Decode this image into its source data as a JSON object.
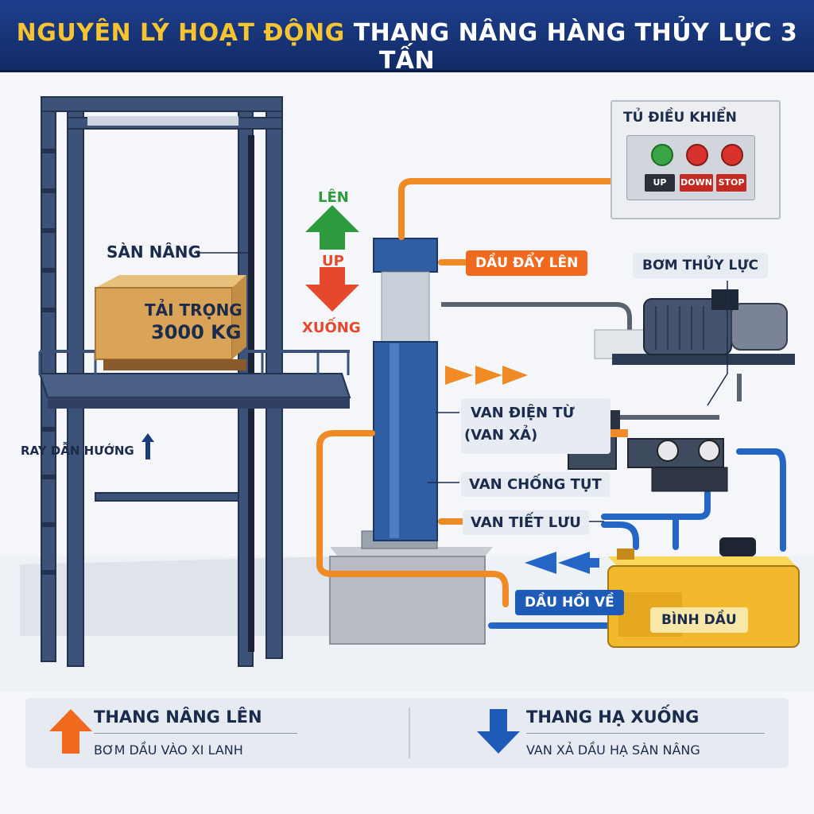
{
  "header": {
    "title_highlight": "NGUYÊN LÝ HOẠT ĐỘNG",
    "title_rest": "THANG NÂNG HÀNG THỦY LỰC 3 TẤN"
  },
  "lift": {
    "platform_label": "SÀN NÂNG",
    "load_title": "TẢI TRỌNG",
    "load_value": "3000 KG",
    "rail_label": "RAY DẪN HƯỚNG"
  },
  "direction": {
    "up_vi": "LÊN",
    "up_en": "UP",
    "down_vi": "XUỐNG"
  },
  "control_panel": {
    "title": "TỦ ĐIỀU KHIỂN",
    "buttons": [
      "UP",
      "DOWN",
      "STOP"
    ]
  },
  "labels": {
    "oil_push_up": "DẦU ĐẨY LÊN",
    "pump": "BƠM THỦY LỰC",
    "solenoid_line1": "VAN ĐIỆN TỪ",
    "solenoid_line2": "(VAN XẢ)",
    "anti_fall": "VAN CHỐNG TỤT",
    "throttle": "VAN TIẾT LƯU",
    "oil_return": "DẦU HỒI VỀ",
    "tank": "BÌNH DẦU"
  },
  "legend": {
    "up_title": "THANG NÂNG LÊN",
    "up_desc": "BƠM DẦU VÀO XI LANH",
    "down_title": "THANG HẠ XUỐNG",
    "down_desc": "VAN XẢ DẦU HẠ SÀN NÂNG"
  },
  "colors": {
    "header_bg": "#1d3f8c",
    "title_highlight": "#f6c431",
    "accent_orange": "#ef6a1f",
    "accent_blue": "#1e5bb8",
    "frame": "#3d5278",
    "up_arrow": "#2e9a3e",
    "down_arrow": "#e6482b"
  }
}
